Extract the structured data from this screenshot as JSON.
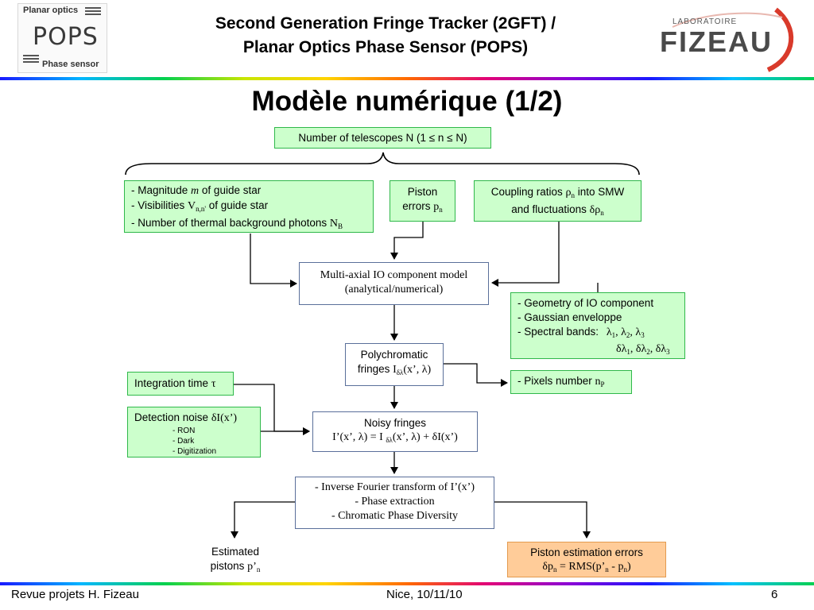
{
  "header": {
    "title_line1": "Second Generation Fringe Tracker (2GFT) /",
    "title_line2": "Planar Optics Phase Sensor (POPS)",
    "logo_left_top": "Planar optics",
    "logo_left_main": "POPS",
    "logo_left_bottom": "Phase sensor",
    "logo_right_small": "LABORATOIRE",
    "logo_right_main": "FIZEAU"
  },
  "heading": "Modèle numérique (1/2)",
  "nodes": {
    "telescopes": "Number of telescopes N  (1 ≤ n ≤ N)",
    "guide_star": {
      "line1a": "- Magnitude ",
      "line1m": "m",
      "line1b": " of guide star",
      "line2a": "- Visibilities ",
      "line2v": "V",
      "line2sub": "n,n'",
      "line2b": " of guide star",
      "line3a": "- Number of thermal background photons ",
      "line3n": "N",
      "line3sub": "B"
    },
    "piston": {
      "line1": "Piston",
      "line2": "errors ",
      "p": "p",
      "sub": "n"
    },
    "coupling": {
      "line1a": "Coupling ratios ",
      "rho": "ρ",
      "rsub": "n",
      "line1b": " into SMW",
      "line2a": "and fluctuations ",
      "drho": "δρ",
      "dsub": "n"
    },
    "io_model": {
      "line1": "Multi-axial IO component model",
      "line2": "(analytical/numerical)"
    },
    "geometry": {
      "line1": "- Geometry of IO component",
      "line2": "- Gaussian enveloppe",
      "line3": "- Spectral bands:",
      "lam": "λ",
      "s1": "1",
      "s2": "2",
      "s3": "3",
      "dlam": "δλ"
    },
    "polychromatic": {
      "line1": "Polychromatic",
      "line2a": "fringes ",
      "I": "I",
      "sub": "δλ",
      "line2b": "(x’, λ)"
    },
    "pixels": {
      "text": "- Pixels number ",
      "n": "n",
      "sub": "P"
    },
    "integration": {
      "text": "Integration time ",
      "tau": "τ"
    },
    "detection": {
      "line1a": "Detection noise ",
      "line1b": "δI(x’)",
      "item1": "- RON",
      "item2": "- Dark",
      "item3": "- Digitization"
    },
    "noisy": {
      "line1": "Noisy fringes",
      "line2a": "I’(x’, λ) = I ",
      "sub": "δλ",
      "line2b": "(x’, λ) + δI(x’)"
    },
    "fourier": {
      "line1": "- Inverse Fourier transform of I’(x’)",
      "line2": "- Phase extraction",
      "line3": "- Chromatic Phase Diversity"
    },
    "estimated": {
      "line1": "Estimated",
      "line2a": "pistons ",
      "p": "p’",
      "sub": "n"
    },
    "errors": {
      "line1": "Piston estimation errors",
      "line2a": "δp",
      "sub1": "n",
      "line2b": " = RMS(p’",
      "sub2": "n",
      "line2c": " - p",
      "sub3": "n",
      "line2d": ")"
    }
  },
  "footer": {
    "left": "Revue projets H. Fizeau",
    "center": "Nice, 10/11/10",
    "page": "6"
  }
}
